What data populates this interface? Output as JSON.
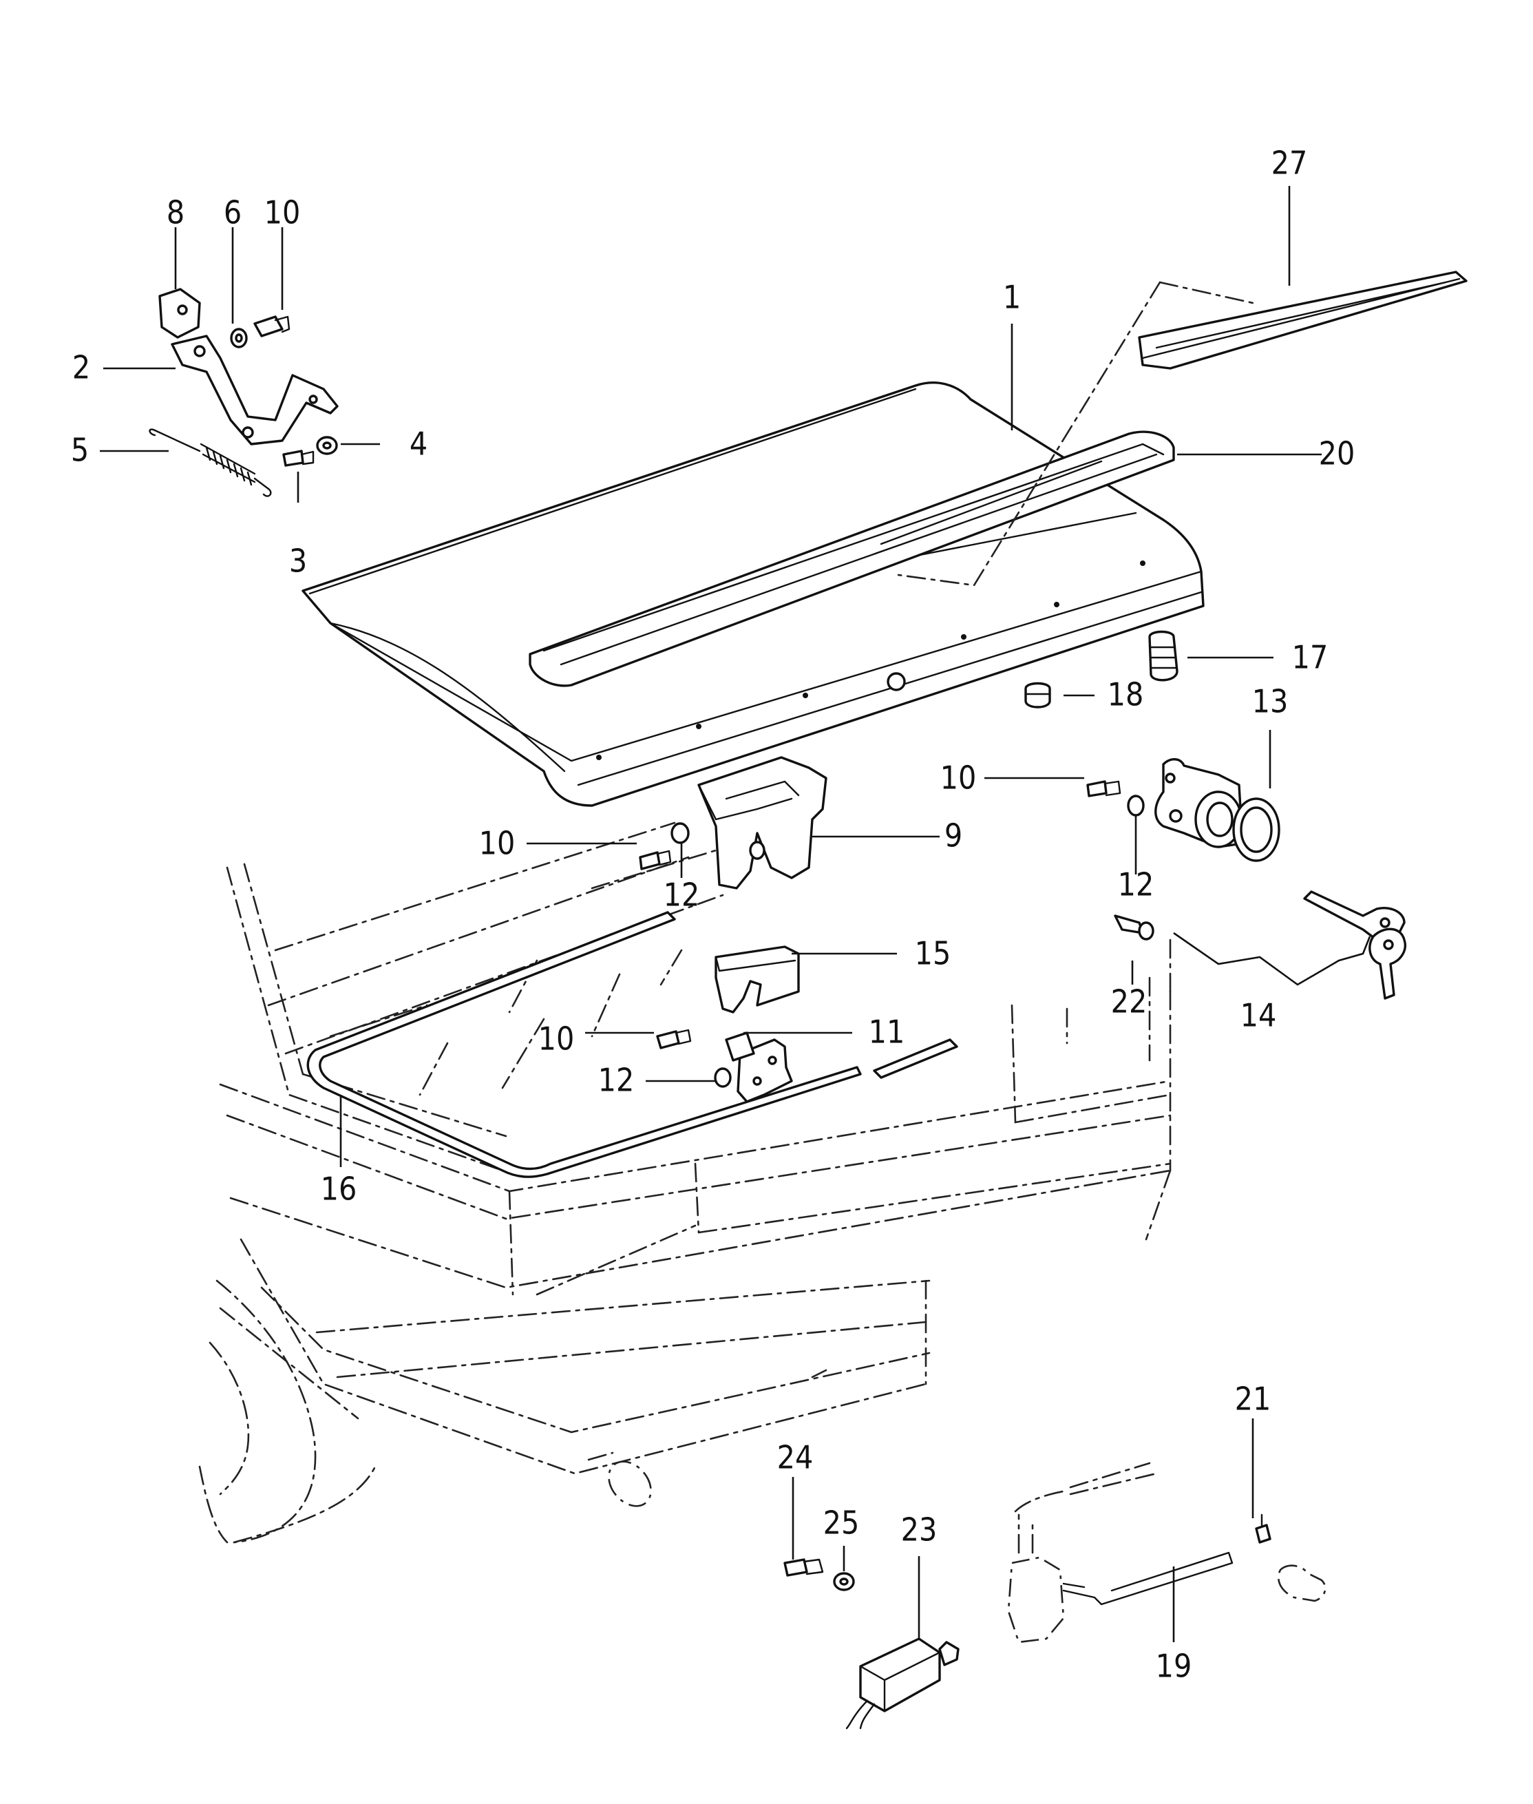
{
  "diagram": {
    "kind": "exploded-parts-illustration",
    "subject": "trunk lid assembly with hinge, lock, seal and spoiler",
    "callouts": [
      {
        "id": "c1",
        "label": "1"
      },
      {
        "id": "c2",
        "label": "2"
      },
      {
        "id": "c3",
        "label": "3"
      },
      {
        "id": "c4",
        "label": "4"
      },
      {
        "id": "c5",
        "label": "5"
      },
      {
        "id": "c6",
        "label": "6"
      },
      {
        "id": "c8",
        "label": "8"
      },
      {
        "id": "c9",
        "label": "9"
      },
      {
        "id": "c10a",
        "label": "10"
      },
      {
        "id": "c10b",
        "label": "10"
      },
      {
        "id": "c10c",
        "label": "10"
      },
      {
        "id": "c10d",
        "label": "10"
      },
      {
        "id": "c11",
        "label": "11"
      },
      {
        "id": "c12a",
        "label": "12"
      },
      {
        "id": "c12b",
        "label": "12"
      },
      {
        "id": "c12c",
        "label": "12"
      },
      {
        "id": "c13",
        "label": "13"
      },
      {
        "id": "c14",
        "label": "14"
      },
      {
        "id": "c15",
        "label": "15"
      },
      {
        "id": "c16",
        "label": "16"
      },
      {
        "id": "c17",
        "label": "17"
      },
      {
        "id": "c18",
        "label": "18"
      },
      {
        "id": "c19",
        "label": "19"
      },
      {
        "id": "c20",
        "label": "20"
      },
      {
        "id": "c21",
        "label": "21"
      },
      {
        "id": "c22",
        "label": "22"
      },
      {
        "id": "c23",
        "label": "23"
      },
      {
        "id": "c24",
        "label": "24"
      },
      {
        "id": "c25",
        "label": "25"
      },
      {
        "id": "c27",
        "label": "27"
      }
    ]
  }
}
